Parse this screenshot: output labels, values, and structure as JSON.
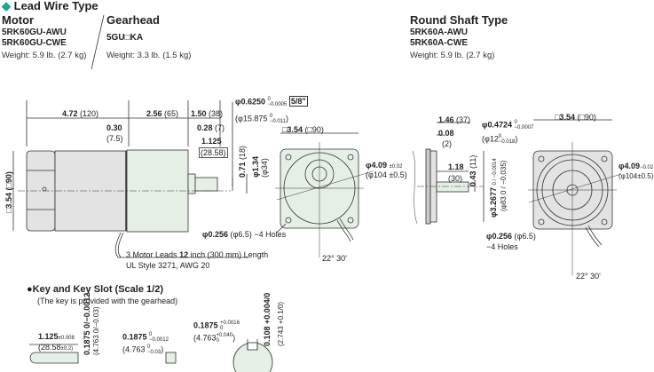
{
  "header": {
    "title": "Lead Wire Type",
    "bullet": "◆"
  },
  "motor": {
    "heading": "Motor",
    "models": [
      "5RK60GU-AWU",
      "5RK60GU-CWE"
    ],
    "weight": "Weight: 5.9 lb. (2.7 kg)"
  },
  "gearhead": {
    "heading": "Gearhead",
    "model": "5GU□KA",
    "weight": "Weight: 3.3 lb. (1.5 kg)"
  },
  "round": {
    "heading": "Round Shaft Type",
    "models": [
      "5RK60A-AWU",
      "5RK60A-CWE"
    ],
    "weight": "Weight: 5.9 lb. (2.7 kg)"
  },
  "lead_dims": {
    "d_motor": "4.72",
    "d_motor_mm": "(120)",
    "d_gear": "2.56",
    "d_gear_mm": "(65)",
    "d_shaft": "1.50",
    "d_shaft_mm": "(38)",
    "d_shaftdia": "φ0.6250",
    "d_shaftdia_tol": [
      "0",
      "−0.0005"
    ],
    "d_shaftdia_in": "5/8\"",
    "d_shaftdia_mm": "(φ15.875",
    "d_shaftdia_mm_tol": [
      "0",
      "−0.011"
    ],
    "close": ")",
    "d_030": "0.30",
    "d_030_mm": "(7.5)",
    "d_028": "0.28",
    "d_028_mm": "(7)",
    "d_key": "1.125",
    "d_key_mm": "(28.58)",
    "d_071": "0.71",
    "d_071_mm": "(18)",
    "d_134": "φ1.34",
    "d_134_mm": "(φ34)",
    "d_sq_side": "□3.54 (□90)",
    "d_sq_front": "□3.54",
    "d_sq_front_mm": "(□90)",
    "d_pcd": "φ4.09",
    "d_pcd_tol": "±0.02",
    "d_pcd_mm": "(φ104 ±0.5)",
    "d_holes": "φ0.256",
    "d_holes_mm": "(φ6.5) −4 Holes",
    "leads1": "3 Motor Leads",
    "leads_len": "12",
    "leads2": "inch (300 mm) Length",
    "leads_ul": "UL Style 3271, AWG 20",
    "angle": "22° 30'"
  },
  "round_dims": {
    "d_146": "1.46",
    "d_146_mm": "(37)",
    "d_008": "0.08",
    "d_008_mm": "(2)",
    "d_shaftdia": "φ0.4724",
    "d_shaftdia_tol": [
      "0",
      "−0.0007"
    ],
    "d_shaftdia_mm": "(φ12",
    "d_shaftdia_mm_tol": [
      "0",
      "−0.018"
    ],
    "close": ")",
    "d_sq": "□3.54",
    "d_sq_mm": "(□90)",
    "d_118": "1.18",
    "d_118_mm": "(30)",
    "d_043": "0.43",
    "d_043_mm": "(11)",
    "d_pilot": "φ3.2677",
    "d_pilot_tol": "0 / −0.0014",
    "d_pilot_mm": "(φ83 0 / −0.035)",
    "d_pcd": "φ4.09",
    "d_pcd_tol": "−0.02",
    "d_pcd_mm": "(φ104±0.5)",
    "d_holes": "φ0.256",
    "d_holes_mm": "(φ6.5)",
    "d_holes2": "−4 Holes",
    "angle": "22° 30'"
  },
  "key": {
    "heading": "●Key and Key Slot (Scale 1/2)",
    "note": "(The key is provided with the gearhead)",
    "len": "1.125",
    "len_tol": "±0.008",
    "len_mm": "(28.58",
    "len_mm_tol": "±0.2)",
    "h": "0.1875 0/−0.0012",
    "h_mm": "(4.763 0/−0.03)",
    "w": "0.1875",
    "w_tol": [
      "0",
      "−0.0012"
    ],
    "w_mm": "(4.763",
    "w_mm_tol": [
      "0",
      "−0.03"
    ],
    "slot_w": "0.1875",
    "slot_w_tol": [
      "+0.0016",
      "0"
    ],
    "slot_w_mm": "(4.763",
    "slot_w_mm_tol": [
      "+0.040",
      "0"
    ],
    "slot_d": "0.108 +0.004/0",
    "slot_d_mm": "(2.743 +0.1/0)"
  },
  "colors": {
    "accent": "#1aa58c",
    "body": "#e3e3e3",
    "gearbody": "#e6efe6",
    "line": "#333333"
  }
}
